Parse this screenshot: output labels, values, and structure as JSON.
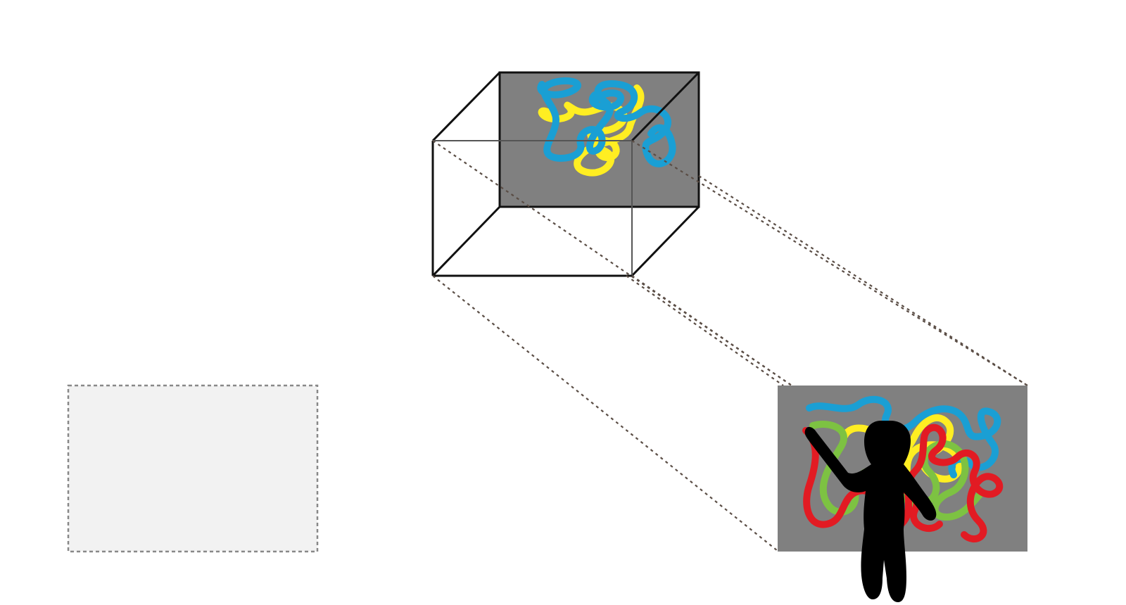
{
  "colors": {
    "background": "#ffffff",
    "canvas_gray": "#808080",
    "placeholder_fill": "#f2f2f2",
    "placeholder_border": "#888888",
    "projection_line": "#5a4d45",
    "box_edge": "#111111",
    "box_edge_back": "#555555",
    "scribble_blue": "#1a9fd4",
    "scribble_yellow": "#ffee22",
    "scribble_red": "#e21b23",
    "scribble_green": "#7dc242",
    "figure": "#000000"
  },
  "icons": {
    "person": "person-silhouette-icon",
    "box": "wireframe-box-icon"
  },
  "elements": {
    "placeholder": "empty-canvas-placeholder",
    "cube": "projection-cube",
    "projected_canvas": "projected-canvas",
    "person": "person-silhouette"
  }
}
